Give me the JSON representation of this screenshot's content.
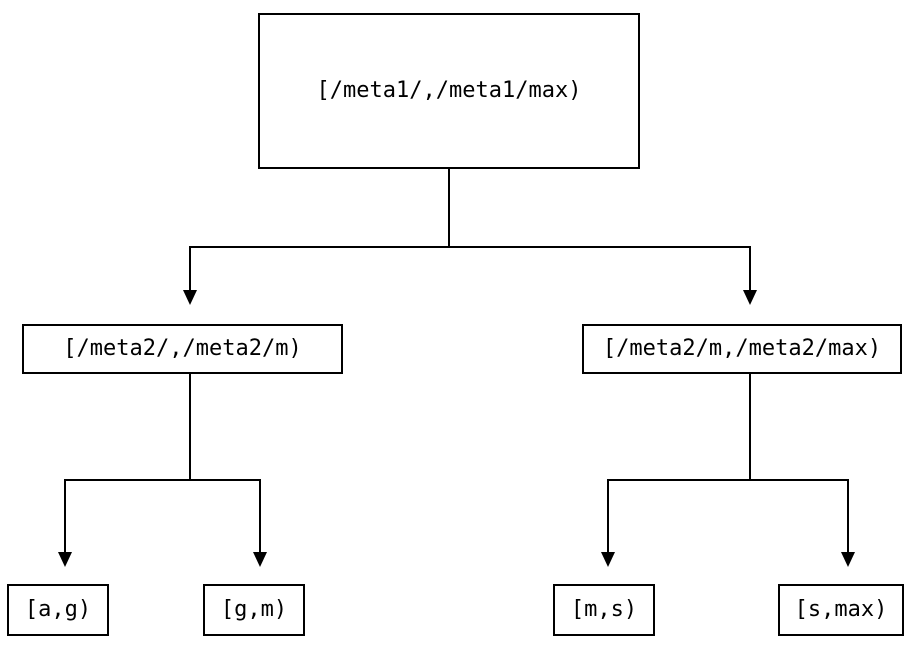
{
  "diagram": {
    "type": "tree",
    "background_color": "#ffffff",
    "line_color": "#000000",
    "text_color": "#000000",
    "nodes": {
      "root": {
        "label": "[/meta1/,/meta1/max)"
      },
      "mid_left": {
        "label": "[/meta2/,/meta2/m)"
      },
      "mid_right": {
        "label": "[/meta2/m,/meta2/max)"
      },
      "leaf_ag": {
        "label": "[a,g)"
      },
      "leaf_gm": {
        "label": "[g,m)"
      },
      "leaf_ms": {
        "label": "[m,s)"
      },
      "leaf_smax": {
        "label": "[s,max)"
      }
    },
    "edges": [
      {
        "from": "root",
        "to": "mid_left"
      },
      {
        "from": "root",
        "to": "mid_right"
      },
      {
        "from": "mid_left",
        "to": "leaf_ag"
      },
      {
        "from": "mid_left",
        "to": "leaf_gm"
      },
      {
        "from": "mid_right",
        "to": "leaf_ms"
      },
      {
        "from": "mid_right",
        "to": "leaf_smax"
      }
    ]
  }
}
